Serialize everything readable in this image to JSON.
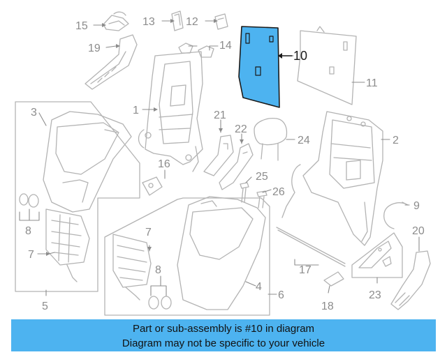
{
  "diagram": {
    "highlighted_part": "10",
    "callouts": [
      "1",
      "2",
      "3",
      "4",
      "5",
      "6",
      "7",
      "7",
      "8",
      "8",
      "9",
      "10",
      "11",
      "12",
      "13",
      "14",
      "15",
      "16",
      "17",
      "18",
      "19",
      "20",
      "21",
      "22",
      "23",
      "24",
      "25",
      "26"
    ],
    "colors": {
      "line": "#b3b3b3",
      "label": "#8c8c8c",
      "highlight_fill": "#4db3f0",
      "highlight_stroke": "#1a1a1a",
      "banner": "#4db3f0"
    }
  },
  "banner": {
    "line1": "Part or sub-assembly is #10 in diagram",
    "line2": "Diagram may not be specific to your vehicle"
  }
}
